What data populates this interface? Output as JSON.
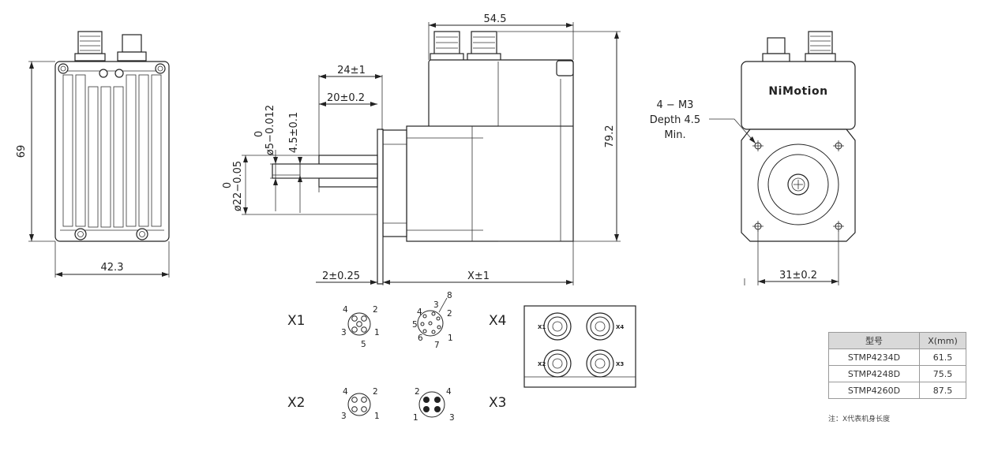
{
  "brand": "NiMotion",
  "dimensions": {
    "front_height": "69",
    "front_width": "42.3",
    "top_width": "54.5",
    "step_24": "24±1",
    "step_20": "20±0.2",
    "shaft_len": "4.5±0.1",
    "shaft_d_top": "0",
    "shaft_d_main": "ø5−0.012",
    "boss_d_top": "0",
    "boss_d_main": "ø22−0.05",
    "side_height": "79.2",
    "flange": "2±0.25",
    "body_len": "X±1",
    "mount_pitch": "31±0.2"
  },
  "mount_note": [
    "4 − M3",
    "Depth 4.5",
    "Min."
  ],
  "connectors": {
    "x1": {
      "label": "X1",
      "pins": [
        "4",
        "2",
        "3",
        "1",
        "5"
      ]
    },
    "x2": {
      "label": "X2",
      "pins": [
        "4",
        "2",
        "3",
        "1"
      ]
    },
    "x3": {
      "label": "X3",
      "pins": [
        "2",
        "4",
        "1",
        "3"
      ]
    },
    "x4": {
      "label": "X4",
      "pins": [
        "4",
        "3",
        "8",
        "2",
        "5",
        "6",
        "7",
        "1"
      ]
    },
    "panel_tags": [
      "X1",
      "X4",
      "X2",
      "X3"
    ]
  },
  "table": {
    "headers": [
      "型号",
      "X(mm)"
    ],
    "rows": [
      {
        "model": "STMP4234D",
        "x": "61.5"
      },
      {
        "model": "STMP4248D",
        "x": "75.5"
      },
      {
        "model": "STMP4260D",
        "x": "87.5"
      }
    ],
    "note": "注：X代表机身长度"
  }
}
